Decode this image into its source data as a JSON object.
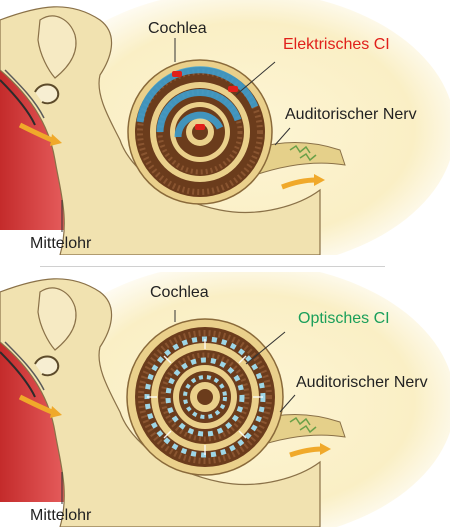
{
  "panels": [
    {
      "cochlea_label": "Cochlea",
      "implant_label": "Elektrisches CI",
      "nerve_label": "Auditorischer Nerv",
      "middle_ear_label": "Mittelohr",
      "implant_type": "electrical",
      "implant_color": "#e0201b"
    },
    {
      "cochlea_label": "Cochlea",
      "implant_label": "Optisches CI",
      "nerve_label": "Auditorischer Nerv",
      "middle_ear_label": "Mittelohr",
      "implant_type": "optical",
      "implant_color": "#1a9f5a"
    }
  ],
  "colors": {
    "tissue_cream": "#f3e6b9",
    "glow": "#fbf3cf",
    "middle_ear_red": "#df4242",
    "cochlea_brown": "#6b3c1c",
    "cochlea_wall": "#e9cf8a",
    "electrode_blue": "#3aa3d8",
    "arrow_orange": "#f0a92a",
    "optical_cyan": "#9ed6e6"
  }
}
